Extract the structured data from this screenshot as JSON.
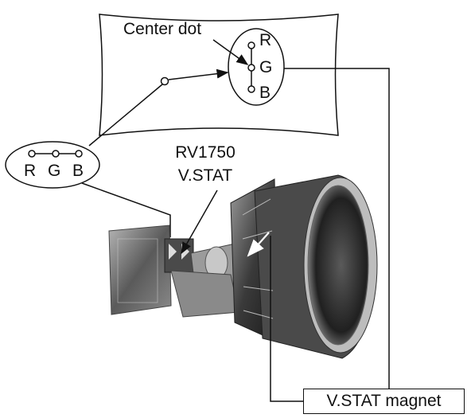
{
  "labels": {
    "center_dot": "Center dot",
    "screen_r": "R",
    "screen_g": "G",
    "screen_b": "B",
    "beam_r": "R",
    "beam_g": "G",
    "beam_b": "B",
    "control_id": "RV1750",
    "control_name": "V.STAT",
    "magnet": "V.STAT magnet"
  },
  "colors": {
    "line": "#111111",
    "tube_dark": "#2b2b2b",
    "tube_mid": "#6d6d6d",
    "tube_light": "#bdbdbd"
  }
}
